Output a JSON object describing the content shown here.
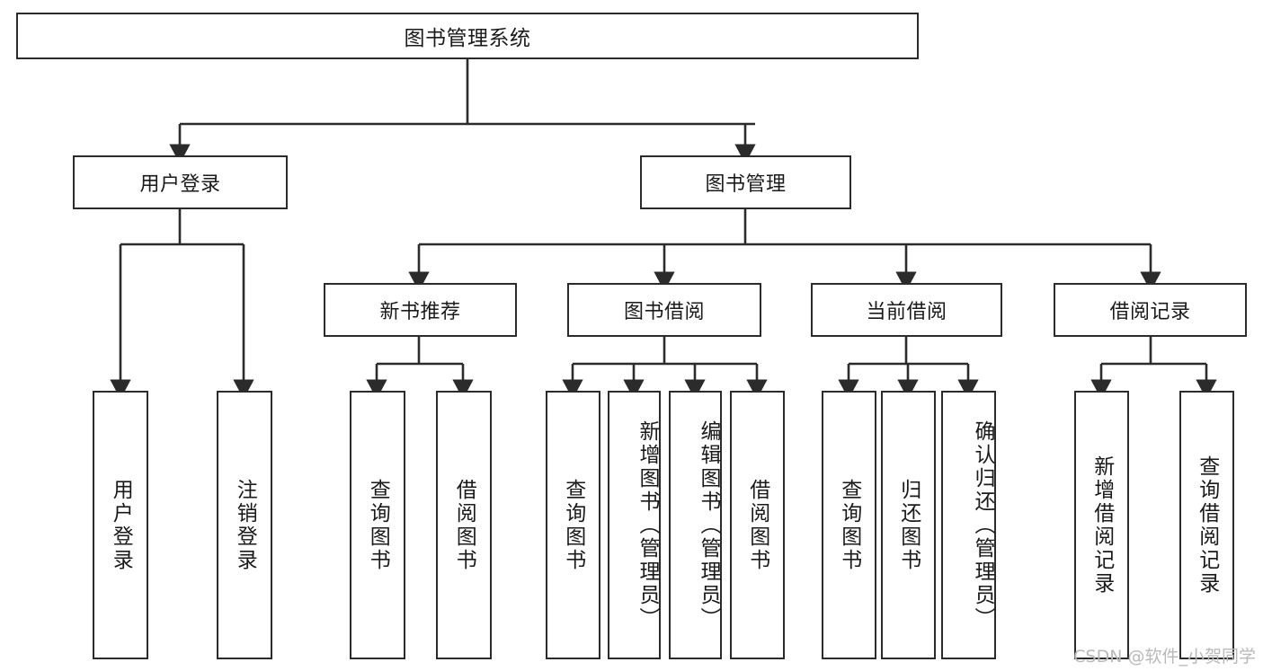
{
  "diagram": {
    "title": "图书管理系统",
    "type": "tree",
    "watermark": "CSDN @软件_小贺同学",
    "stroke_color": "#2b2b2b",
    "fill_color": "#ffffff",
    "nodes": {
      "root": {
        "label": "图书管理系统"
      },
      "level2": [
        {
          "label": "用户登录"
        },
        {
          "label": "图书管理"
        }
      ],
      "level3": [
        {
          "label": "新书推荐"
        },
        {
          "label": "图书借阅"
        },
        {
          "label": "当前借阅"
        },
        {
          "label": "借阅记录"
        }
      ],
      "leaves": {
        "user_login": [
          {
            "label": "用户登录"
          },
          {
            "label": "注销登录"
          }
        ],
        "new_book_recommend": [
          {
            "label": "查询图书"
          },
          {
            "label": "借阅图书"
          }
        ],
        "book_borrow": [
          {
            "label": "查询图书"
          },
          {
            "label": "新增图书（管理员）"
          },
          {
            "label": "编辑图书（管理员）"
          },
          {
            "label": "借阅图书"
          }
        ],
        "current_borrow": [
          {
            "label": "查询图书"
          },
          {
            "label": "归还图书"
          },
          {
            "label": "确认归还（管理员）"
          }
        ],
        "borrow_record": [
          {
            "label": "新增借阅记录"
          },
          {
            "label": "查询借阅记录"
          }
        ]
      }
    }
  }
}
